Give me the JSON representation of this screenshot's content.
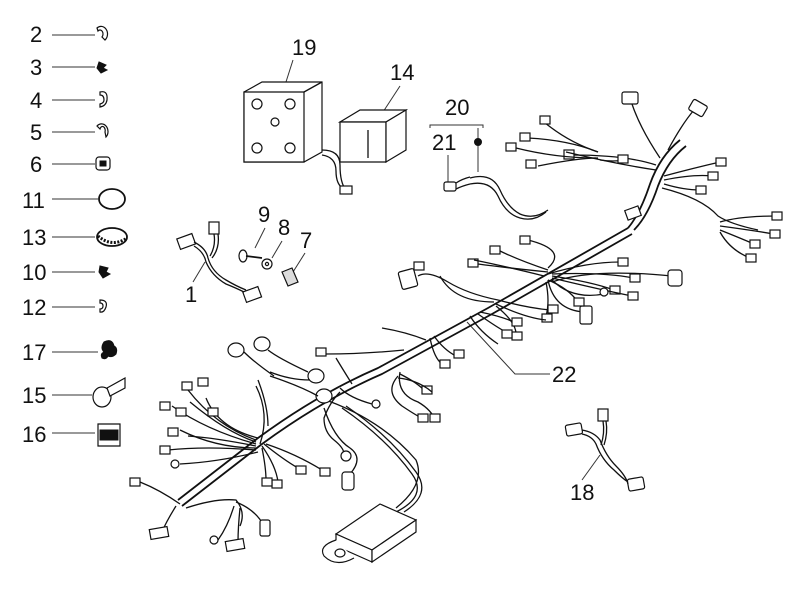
{
  "callouts": {
    "c2": "2",
    "c3": "3",
    "c4": "4",
    "c5": "5",
    "c6": "6",
    "c11": "11",
    "c13": "13",
    "c10": "10",
    "c12": "12",
    "c17": "17",
    "c15": "15",
    "c16": "16",
    "c19": "19",
    "c14": "14",
    "c20": "20",
    "c21": "21",
    "c9": "9",
    "c8": "8",
    "c7": "7",
    "c1": "1",
    "c22": "22",
    "c18": "18"
  }
}
